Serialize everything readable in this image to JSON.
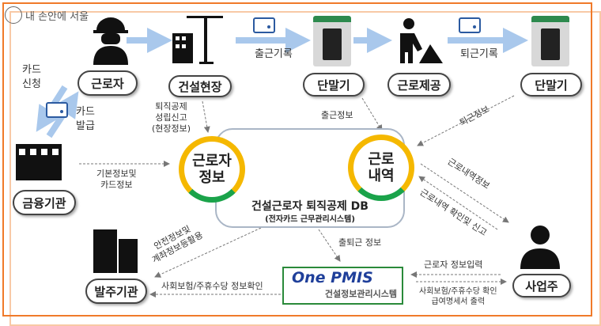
{
  "logo": {
    "text": "내 손안에 서울"
  },
  "nodes": {
    "worker": "근로자",
    "site": "건설현장",
    "terminal1": "단말기",
    "labor": "근로제공",
    "terminal2": "단말기",
    "bank": "금융기관",
    "client": "발주기관",
    "employer": "사업주"
  },
  "labels": {
    "check_in_record": "출근기록",
    "check_out_record": "퇴근기록",
    "card_apply": "카드\n신청",
    "card_issue": "카드\n발급",
    "site_report": "퇴직공제\n성립신고\n(현장정보)",
    "basic_info": "기본정보및\n카드정보",
    "check_in_info": "출근정보",
    "check_out_info": "퇴근정보",
    "work_history_info": "근로내역정보",
    "work_history_report": "근로내역 확인및 신고",
    "commute_info": "출퇴근 정보",
    "safety_info": "안전정보및\n계좌정보등활용",
    "insurance_check": "사회보험/주휴수당 정보확인",
    "worker_input": "근로자 정보입력",
    "insurance_output": "사회보험/주휴수당 확인\n급여명세서 출력"
  },
  "db": {
    "circle_left": "근로자\n정보",
    "circle_right": "근로\n내역",
    "title": "건설근로자 퇴직공제 DB",
    "subtitle": "(전자카드 근무관리시스템)"
  },
  "pmis": {
    "brand": "One PMIS",
    "subtitle": "건설정보관리시스템"
  },
  "colors": {
    "accent": "#f07a2a",
    "arrow": "#a9c8ec",
    "yellow": "#f5b800",
    "green": "#1aa34a",
    "navy": "#2b5aa0"
  }
}
